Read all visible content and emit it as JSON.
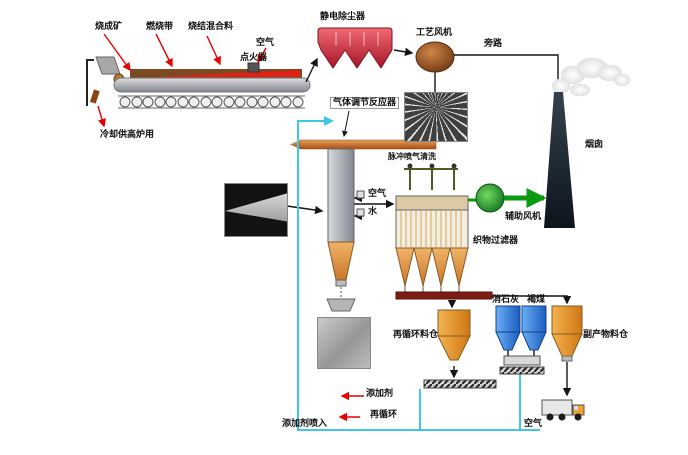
{
  "labels": {
    "sinter_ore": "烧成矿",
    "combustion_zone": "燃烧带",
    "sinter_mix": "烧结混合料",
    "air_top": "空气",
    "igniter": "点火器",
    "cooling_to_blast_furnace": "冷却供高炉用",
    "esp": "静电除尘器",
    "process_fan": "工艺风机",
    "bypass": "旁路",
    "gas_conditioning_reactor": "气体调节反应器",
    "pulse_jet_cleaning": "脉冲喷气清洗",
    "chimney": "烟囱",
    "auxiliary_fan": "辅助风机",
    "fabric_filter": "织物过滤器",
    "air_reactor": "空气",
    "water": "水",
    "recycle_silo": "再循环料仓",
    "slaked_lime": "消石灰",
    "lignite": "褐煤",
    "byproduct_silo": "副产物料仓",
    "additive": "添加剂",
    "recycle": "再循环",
    "additive_injection": "添加剂喷入",
    "air_bottom": "空气"
  },
  "palette": {
    "cyan": "#3fc8e6",
    "green": "#0a9a10",
    "red": "#e60000",
    "ink": "#151515",
    "esp_red": "#c62838",
    "duct_tan": "#c9762a",
    "silo_orange": "#e8952f",
    "silo_blue": "#2f6fd8",
    "chimney": "#1c2731",
    "conveyor_red": "#7e1c14",
    "machine_gray": "#aeb2b8",
    "fan_brown": "#9c5a24",
    "fan_green": "#1c8c1c"
  }
}
